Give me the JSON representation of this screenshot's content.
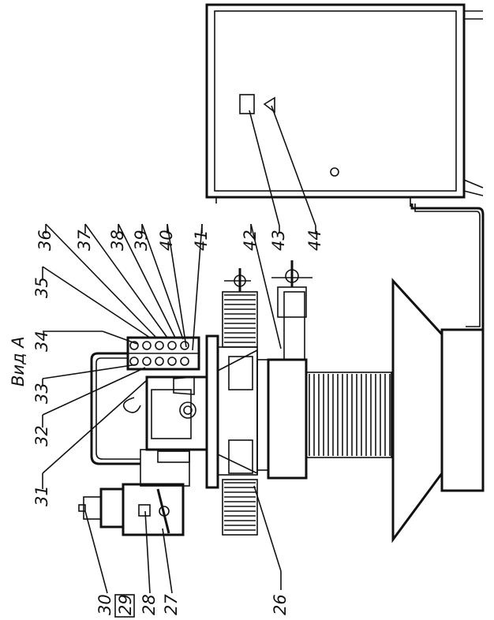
{
  "drawing": {
    "view_title": "Вид А",
    "callouts": [
      "26",
      "27",
      "28",
      "29",
      "30",
      "31",
      "32",
      "33",
      "34",
      "35",
      "36",
      "37",
      "38",
      "39",
      "40",
      "41",
      "42",
      "43",
      "44"
    ]
  }
}
